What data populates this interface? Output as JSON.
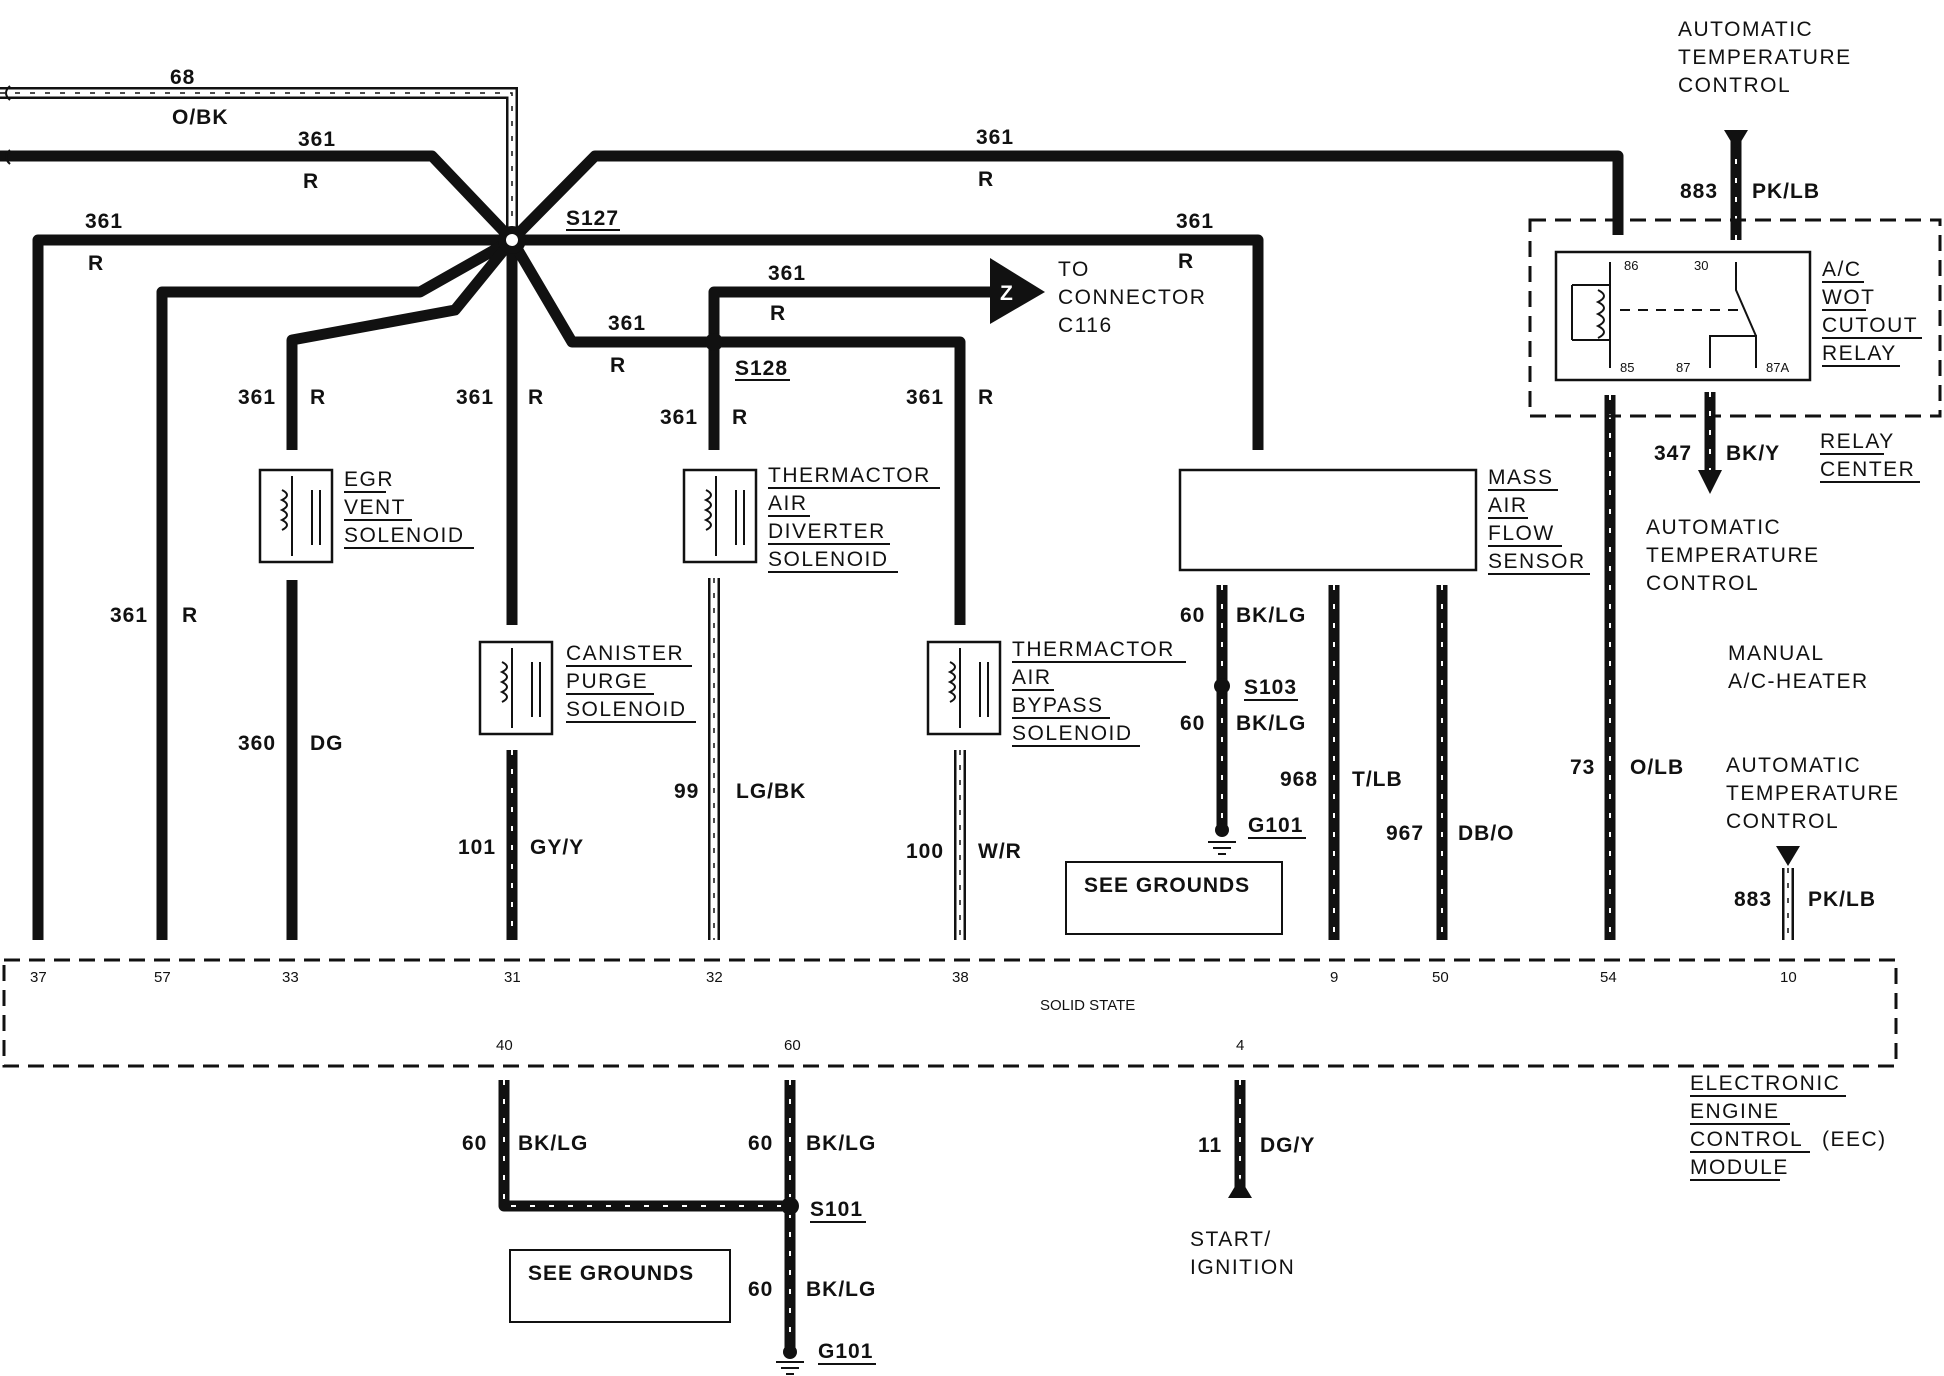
{
  "top": {
    "wire_68": "68",
    "color_obk": "O/BK",
    "wire_361_a": "361",
    "color_r_a": "R",
    "wire_361_b": "361",
    "color_r_b": "R",
    "wire_361_c": "361",
    "color_r_c": "R",
    "wire_361_d": "361",
    "color_r_d": "R",
    "splice_s127": "S127",
    "splice_s128": "S128",
    "wire_361_e": "361",
    "color_r_e": "R",
    "wire_361_f": "361",
    "color_r_f": "R",
    "to_connector_1": "TO",
    "to_connector_2": "CONNECTOR",
    "to_connector_3": "C116",
    "connector_letter": "Z"
  },
  "branches": {
    "egr_361": "361",
    "egr_r": "R",
    "canister_361": "361",
    "canister_r": "R",
    "diverter_361": "361",
    "diverter_r": "R",
    "bypass_361": "361",
    "bypass_r": "R",
    "left_361": "361",
    "left_r": "R"
  },
  "components": {
    "egr": [
      "EGR",
      "VENT",
      "SOLENOID"
    ],
    "canister": [
      "CANISTER",
      "PURGE",
      "SOLENOID"
    ],
    "diverter": [
      "THERMACTOR",
      "AIR",
      "DIVERTER",
      "SOLENOID"
    ],
    "bypass": [
      "THERMACTOR",
      "AIR",
      "BYPASS",
      "SOLENOID"
    ],
    "maf": [
      "MASS",
      "AIR",
      "FLOW",
      "SENSOR"
    ],
    "relay": [
      "A/C",
      "WOT",
      "CUTOUT",
      "RELAY"
    ],
    "relay_center": [
      "RELAY",
      "CENTER"
    ],
    "eec": [
      "ELECTRONIC",
      "ENGINE",
      "CONTROL",
      "(EEC)",
      "MODULE"
    ]
  },
  "lower_wires": {
    "w360": "360",
    "c360": "DG",
    "w101": "101",
    "c101": "GY/Y",
    "w99": "99",
    "c99": "LG/BK",
    "w100": "100",
    "c100": "W/R",
    "w60a": "60",
    "c60a": "BK/LG",
    "s103": "S103",
    "w60b": "60",
    "c60b": "BK/LG",
    "g101_a": "G101",
    "w968": "968",
    "c968": "T/LB",
    "w967": "967",
    "c967": "DB/O",
    "w73": "73",
    "c73": "O/LB",
    "w883b": "883",
    "c883b": "PK/LB",
    "see_grounds_a": "SEE GROUNDS"
  },
  "relay": {
    "w883": "883",
    "c883": "PK/LB",
    "pin86": "86",
    "pin30": "30",
    "pin85": "85",
    "pin87": "87",
    "pin87a": "87A",
    "w347": "347",
    "c347": "BK/Y"
  },
  "labels": {
    "atc_top": [
      "AUTOMATIC",
      "TEMPERATURE",
      "CONTROL"
    ],
    "atc_mid": [
      "AUTOMATIC",
      "TEMPERATURE",
      "CONTROL"
    ],
    "manual": [
      "MANUAL",
      "A/C-HEATER"
    ],
    "atc_low": [
      "AUTOMATIC",
      "TEMPERATURE",
      "CONTROL"
    ]
  },
  "module": {
    "title": "SOLID STATE",
    "pins": [
      "37",
      "57",
      "33",
      "31",
      "32",
      "38",
      "9",
      "50",
      "54",
      "10"
    ],
    "pins_bottom": [
      "40",
      "60",
      "4"
    ]
  },
  "bottom": {
    "w60c": "60",
    "c60c": "BK/LG",
    "w60d": "60",
    "c60d": "BK/LG",
    "s101": "S101",
    "w60e": "60",
    "c60e": "BK/LG",
    "g101_b": "G101",
    "see_grounds_b": "SEE GROUNDS",
    "w11": "11",
    "c11": "DG/Y",
    "start_1": "START/",
    "start_2": "IGNITION"
  }
}
